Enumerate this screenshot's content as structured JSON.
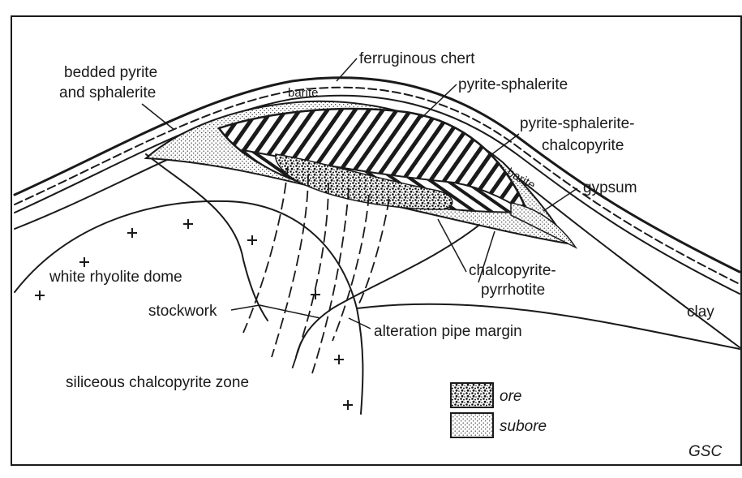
{
  "labels": {
    "ferruginous_chert": "ferruginous chert",
    "bedded_pyrite_1": "bedded pyrite",
    "bedded_pyrite_2": "and sphalerite",
    "barite_top": "barite",
    "barite_right": "barite",
    "pyrite_sphalerite": "pyrite-sphalerite",
    "pyrite_sph_chalco_1": "pyrite-sphalerite-",
    "pyrite_sph_chalco_2": "chalcopyrite",
    "gypsum": "gypsum",
    "white_rhyolite_dome": "white rhyolite dome",
    "chalco_pyrrhotite_1": "chalcopyrite-",
    "chalco_pyrrhotite_2": "pyrrhotite",
    "stockwork": "stockwork",
    "alteration_pipe_margin": "alteration pipe margin",
    "clay": "clay",
    "siliceous_chalcopyrite_zone": "siliceous chalcopyrite zone",
    "credit": "GSC"
  },
  "legend": [
    {
      "pattern": "ore",
      "label": "ore"
    },
    {
      "pattern": "subore",
      "label": "subore"
    }
  ],
  "colors": {
    "ink": "#1a1a1a",
    "paper": "#ffffff"
  }
}
